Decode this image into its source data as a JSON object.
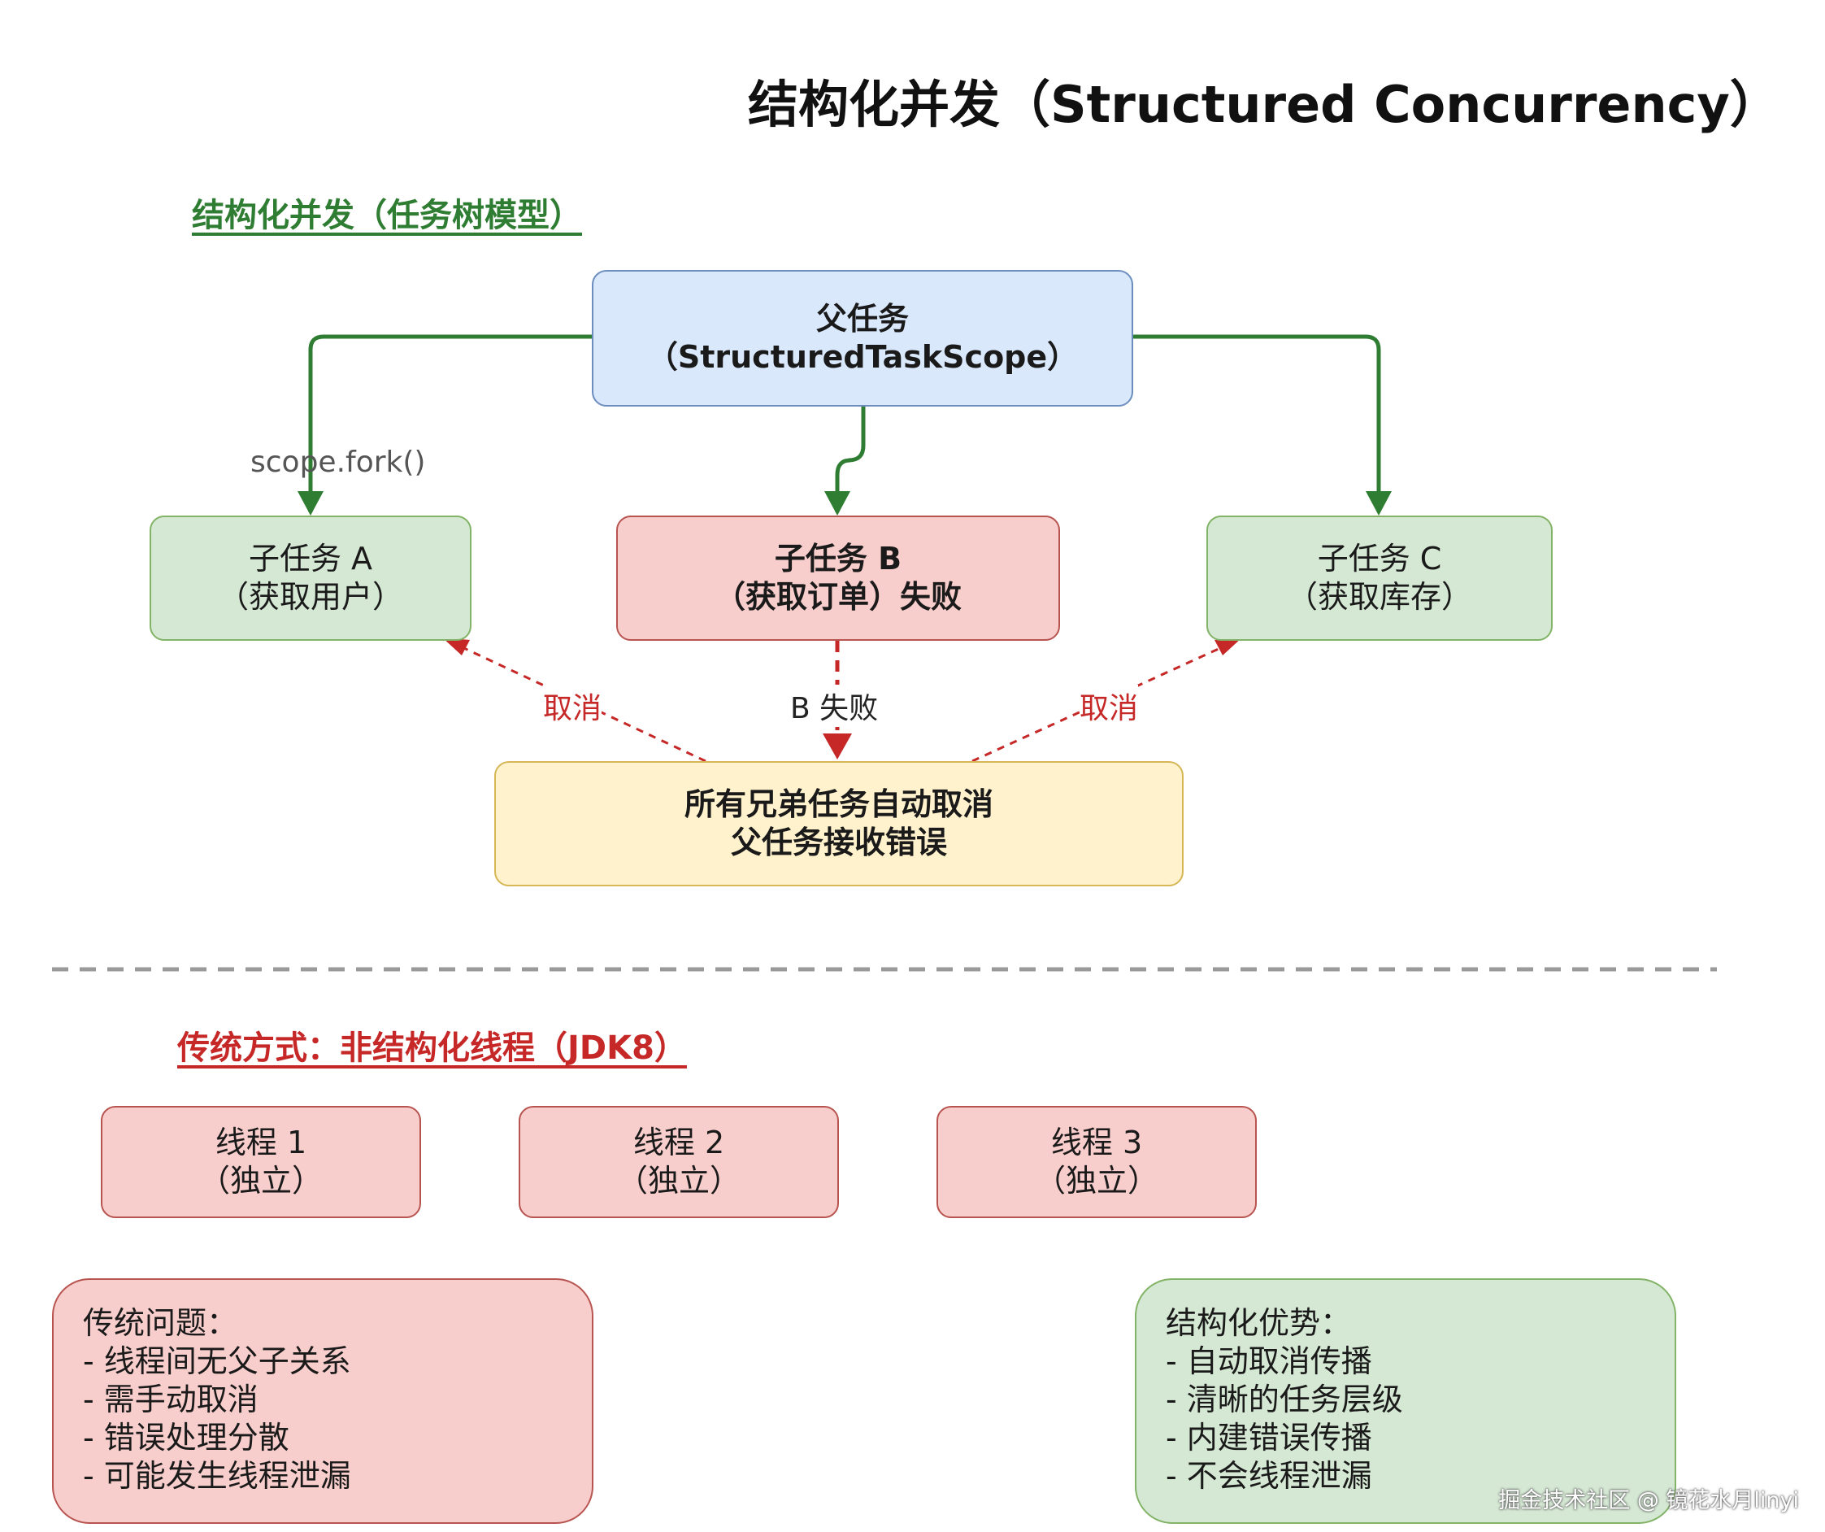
{
  "title": "结构化并发（Structured Concurrency）",
  "structured": {
    "heading": "结构化并发（任务树模型）",
    "parent": {
      "line1": "父任务",
      "line2": "（StructuredTaskScope）"
    },
    "children": [
      {
        "line1": "子任务 A",
        "line2": "（获取用户）"
      },
      {
        "line1": "子任务 B",
        "line2": "（获取订单）失败"
      },
      {
        "line1": "子任务 C",
        "line2": "（获取库存）"
      }
    ],
    "result": {
      "line1": "所有兄弟任务自动取消",
      "line2": "父任务接收错误"
    },
    "labels": {
      "fork": "scope.fork()",
      "cancel_left": "取消",
      "b_fail": "B 失败",
      "cancel_right": "取消"
    }
  },
  "traditional": {
    "heading": "传统方式：非结构化线程（JDK8）",
    "threads": [
      {
        "line1": "线程 1",
        "line2": "（独立）"
      },
      {
        "line1": "线程 2",
        "line2": "（独立）"
      },
      {
        "line1": "线程 3",
        "line2": "（独立）"
      }
    ]
  },
  "notes": {
    "problems": {
      "title": "传统问题：",
      "items": [
        "- 线程间无父子关系",
        "- 需手动取消",
        "- 错误处理分散",
        "- 可能发生线程泄漏"
      ]
    },
    "advantages": {
      "title": "结构化优势：",
      "items": [
        "- 自动取消传播",
        "- 清晰的任务层级",
        "- 内建错误传播",
        "- 不会线程泄漏"
      ]
    }
  },
  "colors": {
    "tree_arrow": "#2e7d32",
    "cancel_arrow": "#c62828",
    "separator": "#999999"
  },
  "watermark": "掘金技术社区 @ 镜花水月linyi"
}
